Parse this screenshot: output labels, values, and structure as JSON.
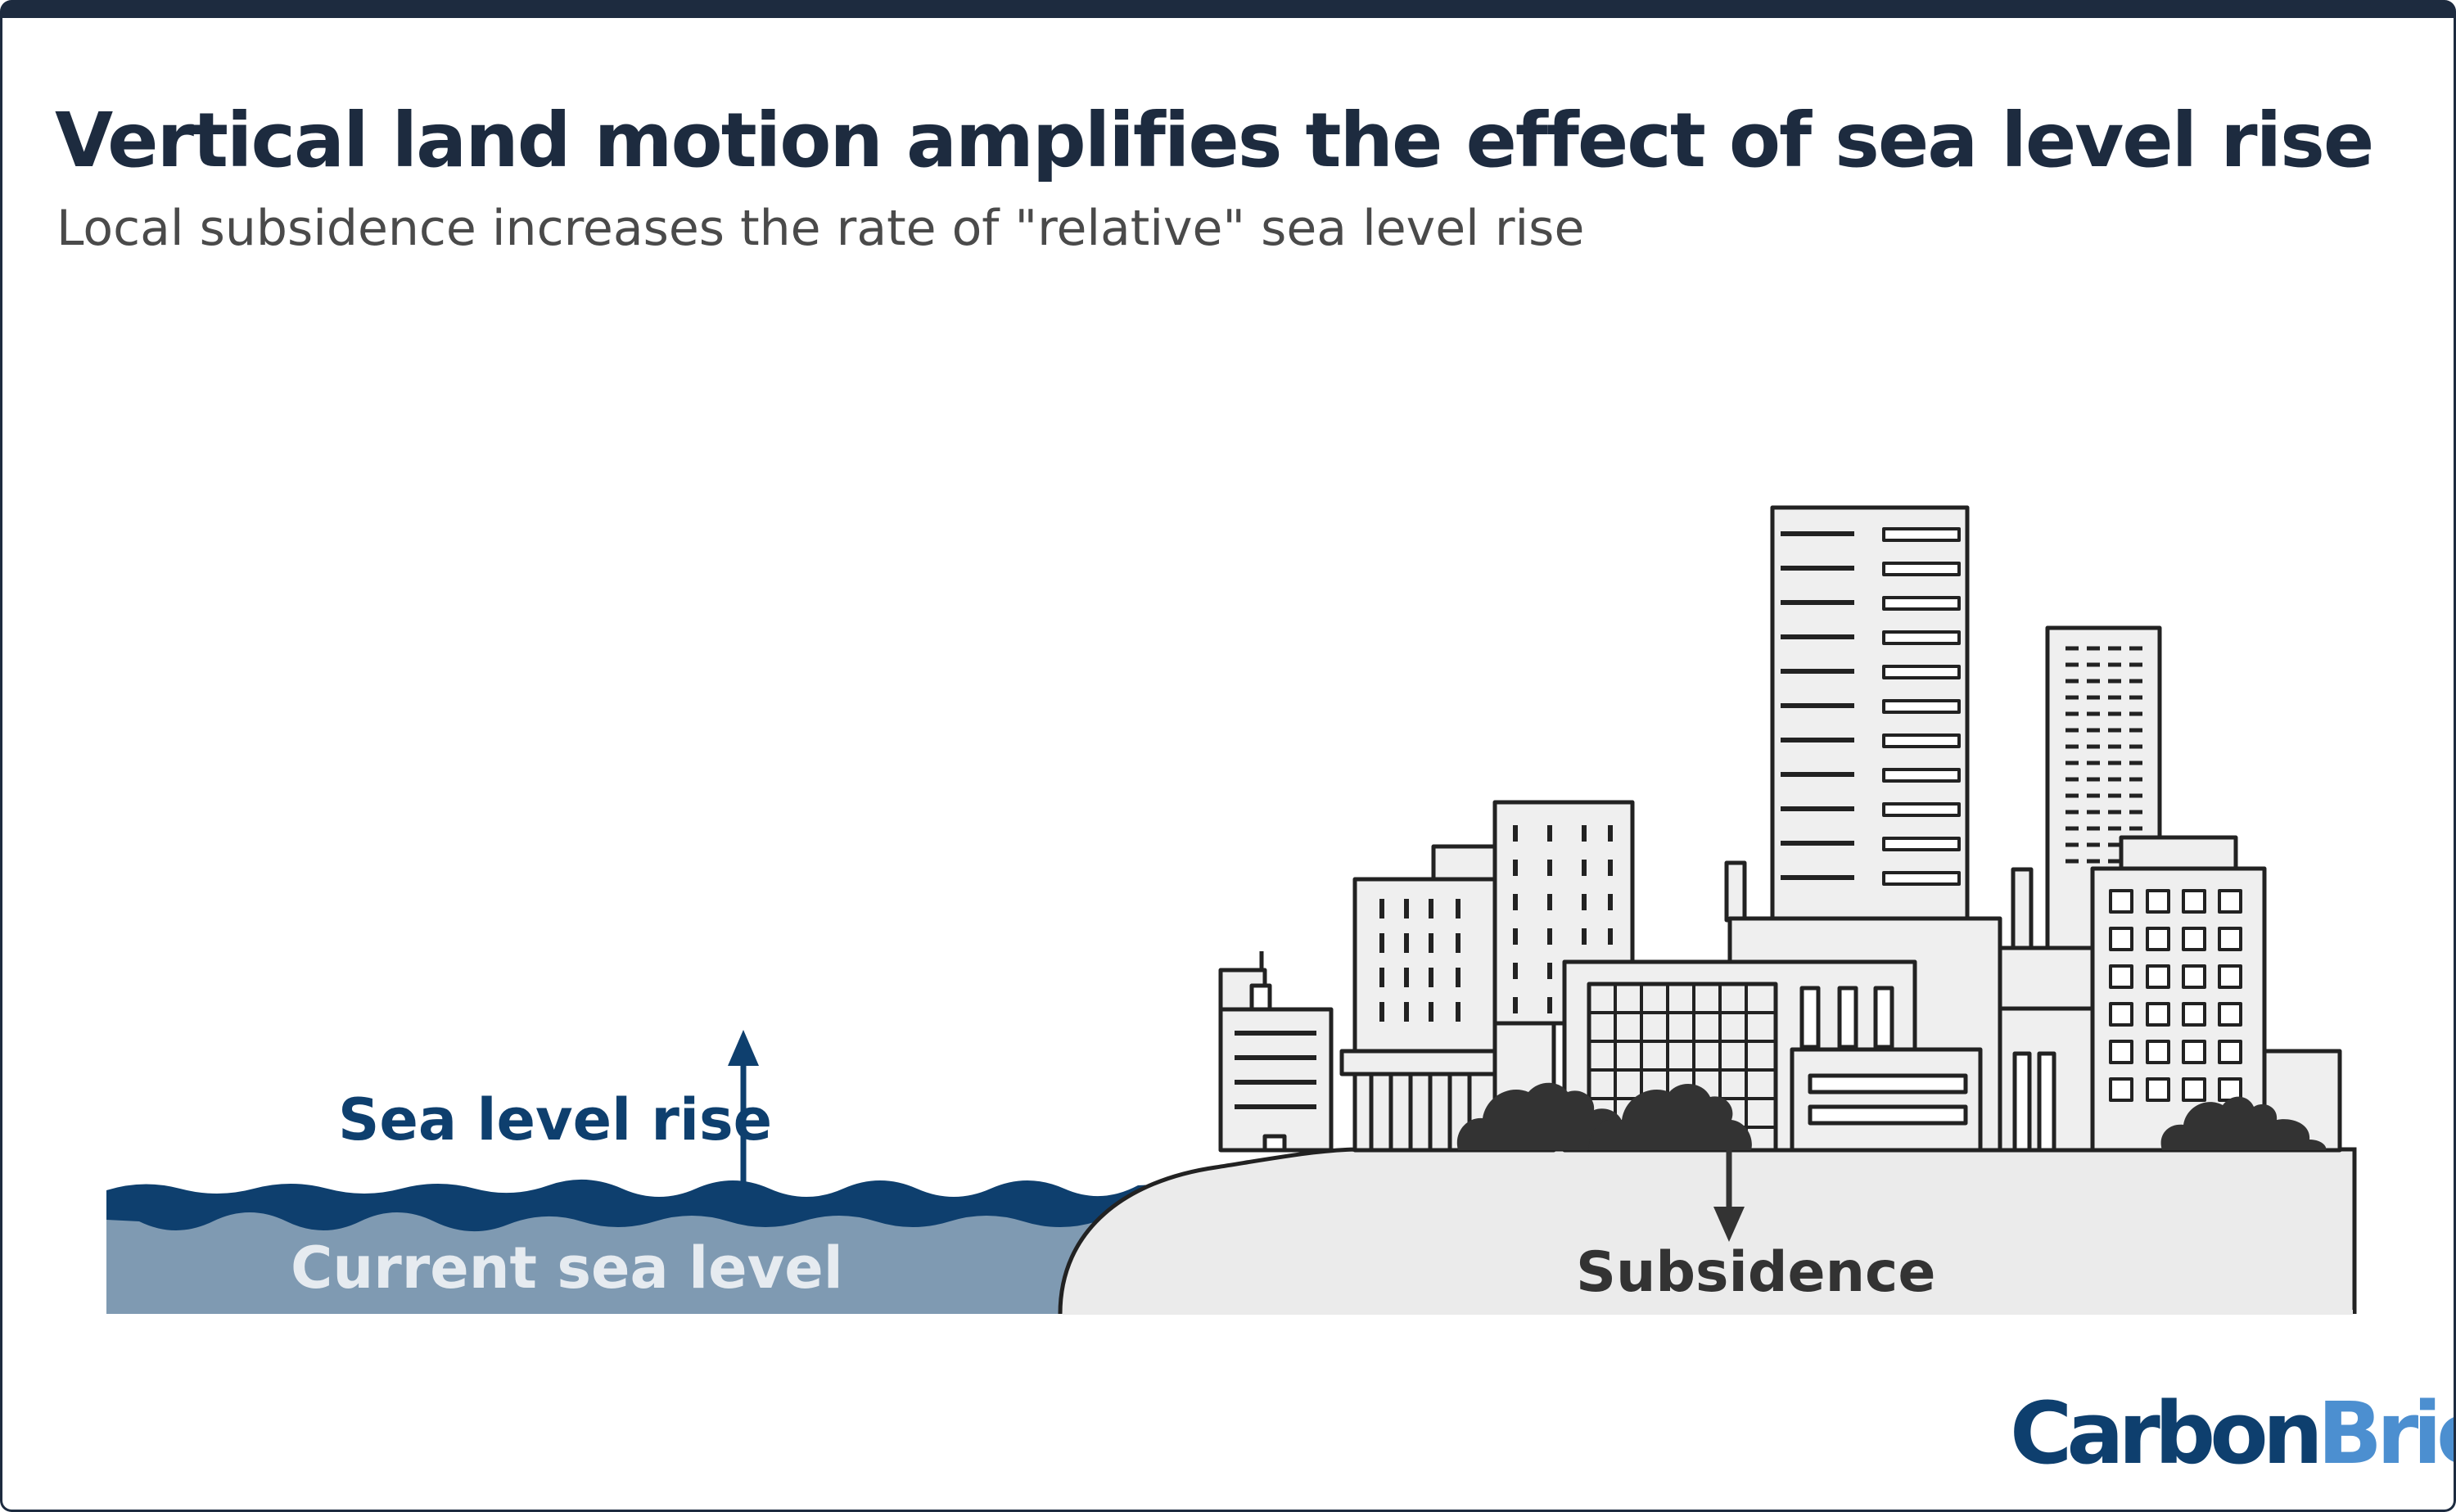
{
  "header": {
    "title": "Vertical land motion amplifies the effect of sea level rise",
    "subtitle": "Local subsidence increases the rate of \"relative\" sea level rise"
  },
  "diagram": {
    "labels": {
      "sea_level_rise": "Sea level rise",
      "current_sea_level": "Current sea level",
      "subsidence": "Subsidence"
    },
    "arrows": {
      "sea_level_rise": "up",
      "subsidence": "down"
    }
  },
  "logo": {
    "part1": "Carbon",
    "part2": "Brief"
  },
  "colors": {
    "title": "#1d2b3f",
    "frame": "#1d2b3f",
    "sea_rise_band": "#0e3f6e",
    "current_sea": "#7f9ab2",
    "land": "#ebebeb",
    "building_fill": "#efefef",
    "line": "#222222",
    "shrub": "#333333",
    "logo_dark": "#0e3f6e",
    "logo_light": "#4c8fd0"
  }
}
